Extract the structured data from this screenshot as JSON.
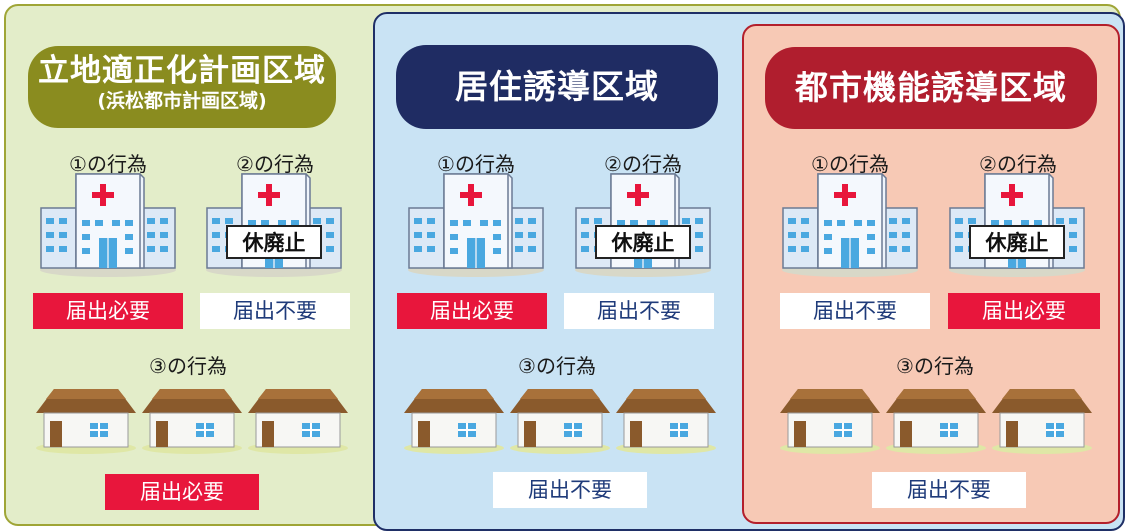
{
  "zones": [
    {
      "title": "立地適正化計画区域",
      "subtitle": "(浜松都市計画区域)",
      "act1_label": "①の行為",
      "act2_label": "②の行為",
      "act3_label": "③の行為",
      "act1_status": "届出必要",
      "act2_status": "届出不要",
      "act3_status": "届出必要",
      "color": "#8a8c1f"
    },
    {
      "title": "居住誘導区域",
      "act1_label": "①の行為",
      "act2_label": "②の行為",
      "act3_label": "③の行為",
      "act1_status": "届出必要",
      "act2_status": "届出不要",
      "act3_status": "届出不要",
      "color": "#1f2c63"
    },
    {
      "title": "都市機能誘導区域",
      "act1_label": "①の行為",
      "act2_label": "②の行為",
      "act3_label": "③の行為",
      "act1_status": "届出不要",
      "act2_status": "届出必要",
      "act3_status": "届出不要",
      "color": "#b01e2e"
    }
  ],
  "closure_sign": "休廃止",
  "icons": [
    "hospital-icon",
    "closed-hospital-icon",
    "house-icon"
  ],
  "colors": {
    "required": "#e8163c",
    "not_required_text": "#1f3b7a"
  }
}
